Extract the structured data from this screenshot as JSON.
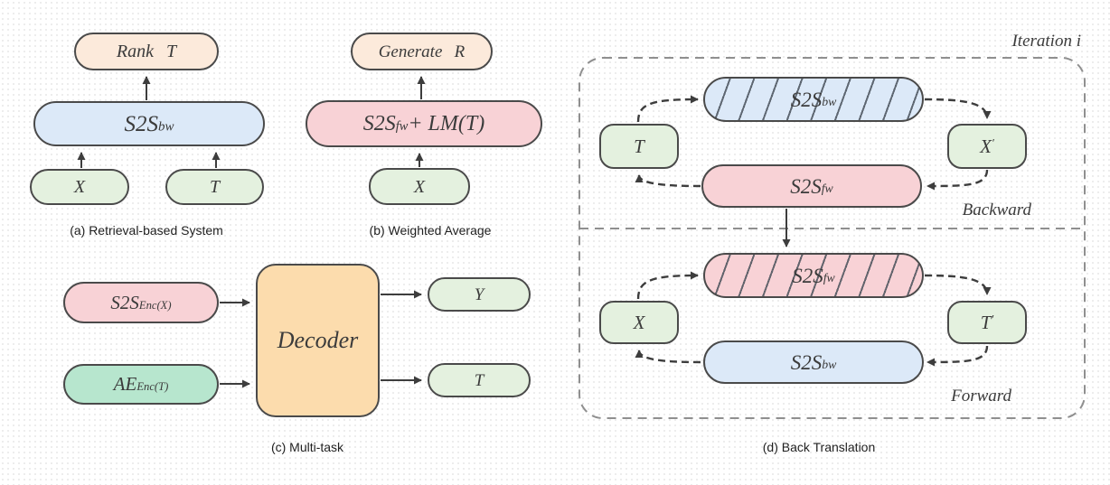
{
  "figure": {
    "panels": {
      "a": {
        "caption": "(a) Retrieval-based System",
        "output_box": "Rank T",
        "model": {
          "main": "S2S",
          "sub": "bw"
        },
        "input_left": "X",
        "input_right": "T"
      },
      "b": {
        "caption": "(b) Weighted Average",
        "output_box": "Generate R",
        "model": {
          "main": "S2S",
          "sub": "fw",
          "suffix": " + LM(T)"
        },
        "input": "X"
      },
      "c": {
        "caption": "(c) Multi-task",
        "encoder1": {
          "main": "S2S",
          "sub": "Enc(X)"
        },
        "encoder2": {
          "main": "AE",
          "sub": "Enc(T)"
        },
        "decoder": "Decoder",
        "output_top": "Y",
        "output_bottom": "T"
      },
      "d": {
        "caption": "(d) Back Translation",
        "iteration_label": "Iteration i",
        "backward": {
          "section_label": "Backward",
          "source": "T",
          "frozen_model": {
            "main": "S2S",
            "sub": "bw"
          },
          "generated": {
            "main": "X",
            "prime": "′"
          },
          "trained_model": {
            "main": "S2S",
            "sub": "fw"
          }
        },
        "forward": {
          "section_label": "Forward",
          "source": "X",
          "frozen_model": {
            "main": "S2S",
            "sub": "fw"
          },
          "generated": {
            "main": "T",
            "prime": "′"
          },
          "trained_model": {
            "main": "S2S",
            "sub": "bw"
          }
        }
      }
    },
    "colors": {
      "peach": "#fceadb",
      "blue": "#dce9f8",
      "pink": "#f8d2d6",
      "green": "#e4f1df",
      "teal": "#b7e6ce",
      "orange": "#fcdcad",
      "border": "#4a4a4a",
      "dashed_outline": "#8f8f8f",
      "arrow": "#3d3d3d"
    }
  }
}
